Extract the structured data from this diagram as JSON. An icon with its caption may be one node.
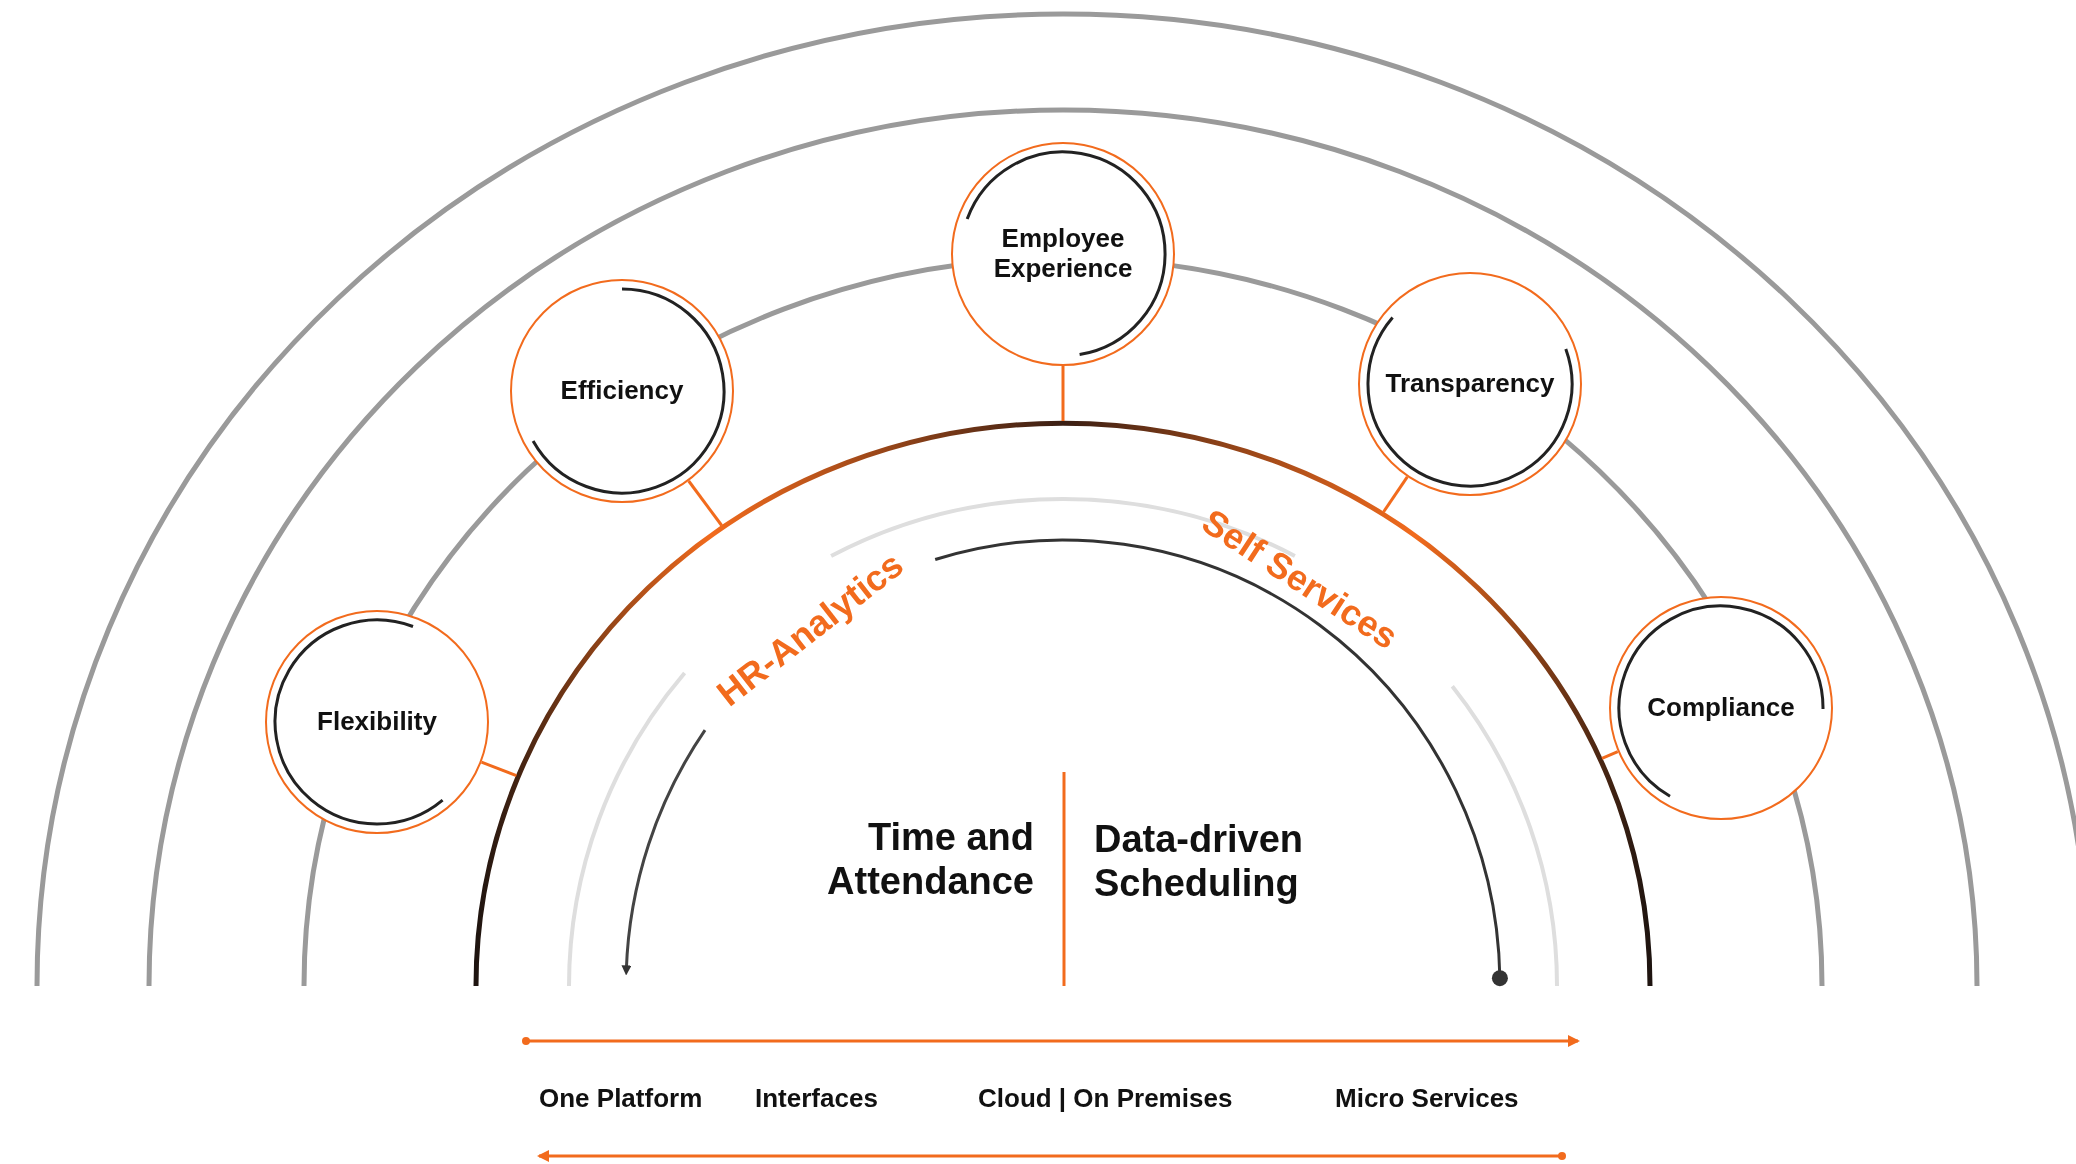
{
  "diagram": {
    "nodes": [
      {
        "text": [
          "Employee Experience"
        ]
      },
      {
        "text": [
          "Efficiency"
        ]
      },
      {
        "text": [
          "Transparency"
        ]
      },
      {
        "text": [
          "Flexibility"
        ]
      },
      {
        "text": [
          "Compliance"
        ]
      },
      {
        "text": [
          "HR-Analytics",
          "Self Services",
          "Time and Attendance",
          "Data-driven Scheduling"
        ]
      }
    ],
    "edges": [
      {
        "from": 0,
        "to": 5,
        "arrow": "none"
      },
      {
        "from": 1,
        "to": 5,
        "arrow": "none"
      },
      {
        "from": 2,
        "to": 5,
        "arrow": "none"
      },
      {
        "from": 3,
        "to": 5,
        "arrow": "none"
      },
      {
        "from": 4,
        "to": 5,
        "arrow": "none"
      }
    ],
    "labels": [
      "One Platform",
      "Interfaces",
      "Cloud | On Premises",
      "Micro Services"
    ]
  }
}
